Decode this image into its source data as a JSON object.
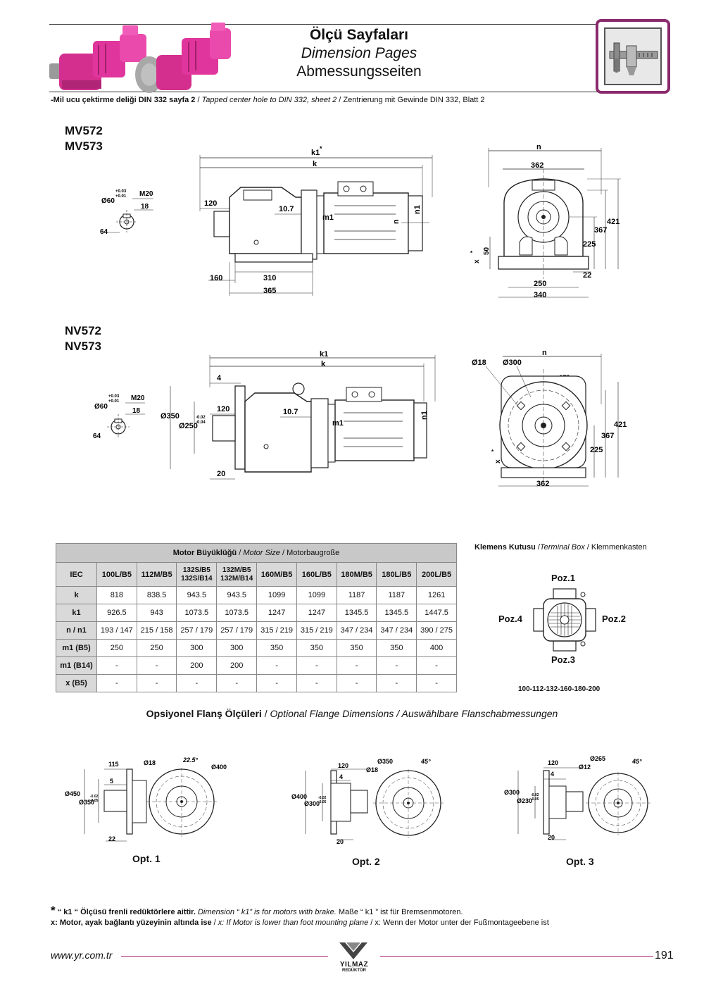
{
  "header": {
    "title_tr": "Ölçü Sayfaları",
    "title_en": "Dimension Pages",
    "title_de": "Abmessungsseiten",
    "note_tr": "-Mil ucu çektirme deliği DIN 332 sayfa 2",
    "note_sep1": " / ",
    "note_en": "Tapped center hole to DIN 332, sheet 2",
    "note_sep2": " / ",
    "note_de": "Zentrierung mit Gewinde DIN 332, Blatt 2"
  },
  "models": {
    "mv1": "MV572",
    "mv2": "MV573",
    "nv1": "NV572",
    "nv2": "NV573"
  },
  "mv_drawing": {
    "k1": "k1",
    "k1_star": "*",
    "k": "k",
    "d120": "120",
    "d10_7": "10.7",
    "m1": "m1",
    "n": "n",
    "n1": "n1",
    "d160": "160",
    "d310": "310",
    "d365": "365",
    "shaft_d": "Ø60",
    "shaft_tol_up": "+0.03",
    "shaft_tol_dn": "+0.01",
    "thread": "M20",
    "d18": "18",
    "d64": "64",
    "side_n": "n",
    "d362": "362",
    "d421": "421",
    "d367": "367",
    "d225": "225",
    "d50": "50",
    "x": "x",
    "x_star": "*",
    "d22": "22",
    "d250": "250",
    "d340": "340"
  },
  "nv_drawing": {
    "k1": "k1",
    "k": "k",
    "d4": "4",
    "d120": "120",
    "d10_7": "10.7",
    "m1": "m1",
    "n1": "n1",
    "d20": "20",
    "d350": "Ø350",
    "d250": "Ø250",
    "tol_up": "-0.02",
    "tol_dn": "-0.04",
    "shaft_d": "Ø60",
    "shaft_tol_up": "+0.03",
    "shaft_tol_dn": "+0.01",
    "thread": "M20",
    "d18": "18",
    "d64": "64",
    "side_n": "n",
    "hole": "Ø18",
    "pcd": "Ø300",
    "angle": "45°",
    "d421": "421",
    "d367": "367",
    "d225": "225",
    "x": "x",
    "x_star": "*",
    "d362": "362"
  },
  "table": {
    "caption_tr": "Motor Büyüklüğü",
    "caption_sep1": " / ",
    "caption_en": "Motor Size",
    "caption_sep2": " / ",
    "caption_de": "Motorbaugroße",
    "iec_label": "IEC",
    "columns": [
      {
        "l1": "100L/B5",
        "l2": ""
      },
      {
        "l1": "112M/B5",
        "l2": ""
      },
      {
        "l1": "132S/B5",
        "l2": "132S/B14"
      },
      {
        "l1": "132M/B5",
        "l2": "132M/B14"
      },
      {
        "l1": "160M/B5",
        "l2": ""
      },
      {
        "l1": "160L/B5",
        "l2": ""
      },
      {
        "l1": "180M/B5",
        "l2": ""
      },
      {
        "l1": "180L/B5",
        "l2": ""
      },
      {
        "l1": "200L/B5",
        "l2": ""
      }
    ],
    "rows": [
      {
        "label": "k",
        "values": [
          "818",
          "838.5",
          "943.5",
          "943.5",
          "1099",
          "1099",
          "1187",
          "1187",
          "1261"
        ]
      },
      {
        "label": "k1",
        "values": [
          "926.5",
          "943",
          "1073.5",
          "1073.5",
          "1247",
          "1247",
          "1345.5",
          "1345.5",
          "1447.5"
        ]
      },
      {
        "label": "n / n1",
        "values": [
          "193 / 147",
          "215 / 158",
          "257 / 179",
          "257 / 179",
          "315 / 219",
          "315 / 219",
          "347 / 234",
          "347 / 234",
          "390 / 275"
        ]
      },
      {
        "label": "m1 (B5)",
        "values": [
          "250",
          "250",
          "300",
          "300",
          "350",
          "350",
          "350",
          "350",
          "400"
        ]
      },
      {
        "label": "m1 (B14)",
        "values": [
          "-",
          "-",
          "200",
          "200",
          "-",
          "-",
          "-",
          "-",
          "-"
        ]
      },
      {
        "label": "x (B5)",
        "values": [
          "-",
          "-",
          "-",
          "-",
          "-",
          "-",
          "-",
          "-",
          "-"
        ]
      }
    ]
  },
  "terminal_box": {
    "title_tr": "Klemens Kutusu",
    "sep1": " /",
    "title_en": "Terminal Box",
    "sep2": " / ",
    "title_de": "Klemmenkasten",
    "poz1": "Poz.1",
    "poz2": "Poz.2",
    "poz3": "Poz.3",
    "poz4": "Poz.4",
    "sizes": "100-112-132-160-180-200"
  },
  "optional": {
    "title_tr": "Opsiyonel Flanş Ölçüleri",
    "sep1": " / ",
    "title_en": "Optional Flange Dimensions",
    "sep2": " / ",
    "title_de": "Auswählbare Flanschabmessungen",
    "opt1": {
      "label": "Opt. 1",
      "d115": "115",
      "d5": "5",
      "d450": "Ø450",
      "d350": "Ø350",
      "tol_up": "-0.02",
      "tol_dn": "-0.05",
      "d22": "22",
      "hole": "Ø18",
      "angle": "22.5°",
      "pcd": "Ø400"
    },
    "opt2": {
      "label": "Opt. 2",
      "d120": "120",
      "d4": "4",
      "d400": "Ø400",
      "d300": "Ø300",
      "tol_up": "-0.02",
      "tol_dn": "-0.05",
      "d20": "20",
      "pcd": "Ø350",
      "hole": "Ø18",
      "angle": "45°"
    },
    "opt3": {
      "label": "Opt. 3",
      "d120": "120",
      "d4": "4",
      "d300": "Ø300",
      "d230": "Ø230",
      "tol_up": "-0.02",
      "tol_dn": "-0.05",
      "d20": "20",
      "pcd": "Ø265",
      "hole": "Ø12",
      "angle": "45°"
    }
  },
  "footer": {
    "star": "*",
    "k1_tr": "“ k1 “ Ölçüsü frenli redüktörlere aittir.",
    "k1_en": " Dimension “ k1” is for motors with brake.",
    "k1_de": " Maße “ k1 ” ist für Bremsenmotoren.",
    "x_tr": "x: Motor, ayak bağlantı yüzeyinin altında ise",
    "x_sep1": " / ",
    "x_en": "x: If Motor is lower than foot mounting plane",
    "x_sep2": " / ",
    "x_de": "x: Wenn der Motor unter der Fußmontageebene ist",
    "website": "www.yr.com.tr",
    "page": "191",
    "logo": "YILMAZ",
    "logo_sub": "REDÜKTÖR"
  },
  "colors": {
    "accent": "#8a2a6c",
    "motor_pink": "#e0359c",
    "table_head": "#d9d9d9",
    "table_cap": "#c8c8c8"
  }
}
